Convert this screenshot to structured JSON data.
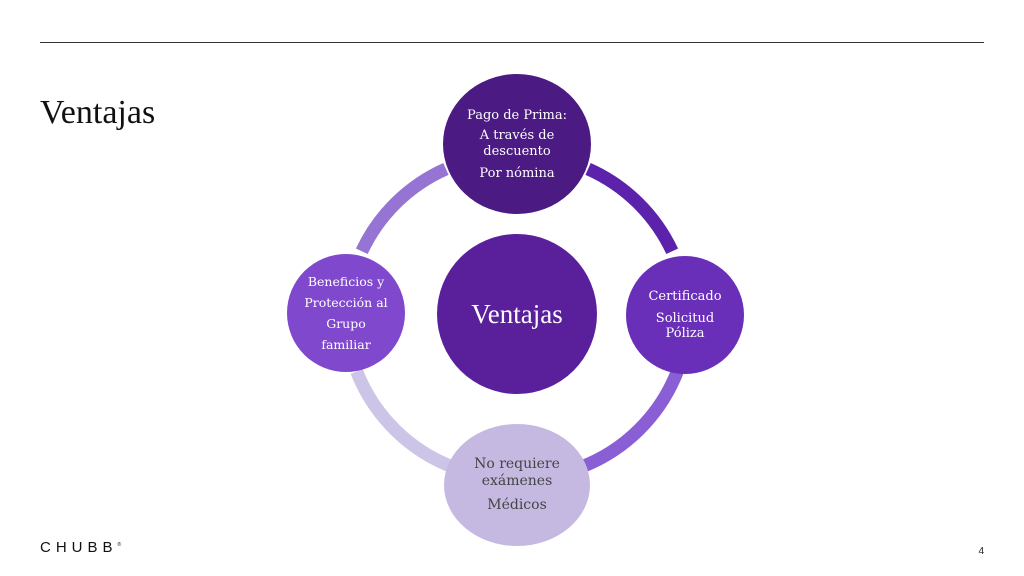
{
  "slide": {
    "title": "Ventajas",
    "page_number": "4",
    "logo": "CHUBB",
    "logo_mark": "®"
  },
  "diagram": {
    "center": {
      "label": "Ventajas",
      "color": "#5a1f9a"
    },
    "nodes": [
      {
        "lines": [
          "Pago de Prima:",
          "A través de",
          "descuento",
          "Por nómina"
        ],
        "color": "#4b1a82"
      },
      {
        "lines": [
          "Certificado",
          "Solicitud",
          "Póliza"
        ],
        "color": "#6a2fb8"
      },
      {
        "lines": [
          "No requiere",
          "exámenes",
          "Médicos"
        ],
        "color": "#c5b9e2"
      },
      {
        "lines": [
          "Beneficios y",
          "Protección al",
          "Grupo",
          "familiar"
        ],
        "color": "#7f48cd"
      }
    ],
    "arc_colors": [
      "#5c22ab",
      "#8a5ed4",
      "#cdc5e8",
      "#9574d4"
    ]
  }
}
